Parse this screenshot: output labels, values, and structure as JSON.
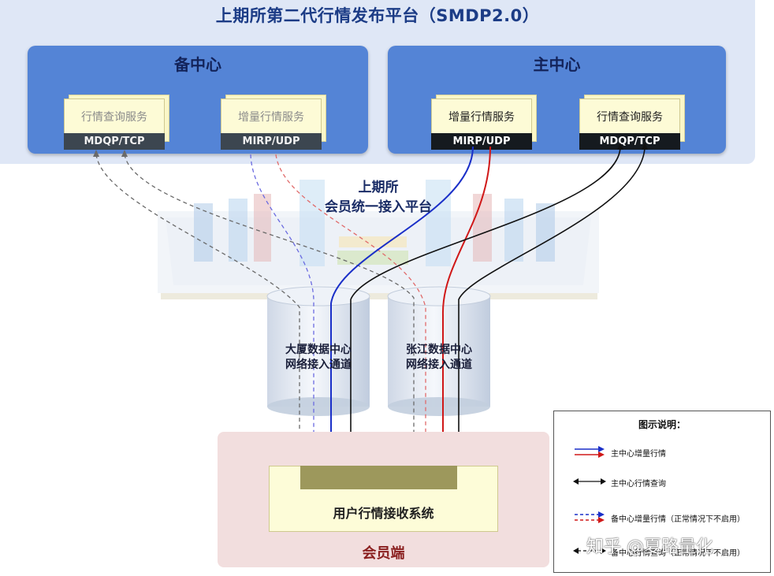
{
  "title": "上期所第二代行情发布平台（SMDP2.0）",
  "backup_center": {
    "title": "备中心",
    "services": [
      {
        "name": "行情查询服务",
        "protocol": "MDQP/TCP"
      },
      {
        "name": "增量行情服务",
        "protocol": "MIRP/UDP"
      }
    ]
  },
  "main_center": {
    "title": "主中心",
    "services": [
      {
        "name": "增量行情服务",
        "protocol": "MIRP/UDP"
      },
      {
        "name": "行情查询服务",
        "protocol": "MDQP/TCP"
      }
    ]
  },
  "access_platform": {
    "line1": "上期所",
    "line2": "会员统一接入平台"
  },
  "data_centers": [
    {
      "line1": "大厦数据中心",
      "line2": "网络接入通道"
    },
    {
      "line1": "张江数据中心",
      "line2": "网络接入通道"
    }
  ],
  "member": {
    "system": "用户行情接收系统",
    "zone": "会员端"
  },
  "legend": {
    "title": "图示说明：",
    "items": [
      {
        "label": "主中心增量行情"
      },
      {
        "label": "主中心行情查询"
      },
      {
        "label": "备中心增量行情（正常情况下不启用）"
      },
      {
        "label": "备中心行情查询（正常情况下不启用）"
      }
    ]
  },
  "colors": {
    "main_incremental_1": "#1a2fc8",
    "main_incremental_2": "#d01818",
    "query": "#111111",
    "backup_incremental_1": "#6a6ae0",
    "backup_incremental_2": "#e06a6a",
    "backup_query": "#6a6a6a"
  },
  "watermark": "知乎 @夏路量化"
}
